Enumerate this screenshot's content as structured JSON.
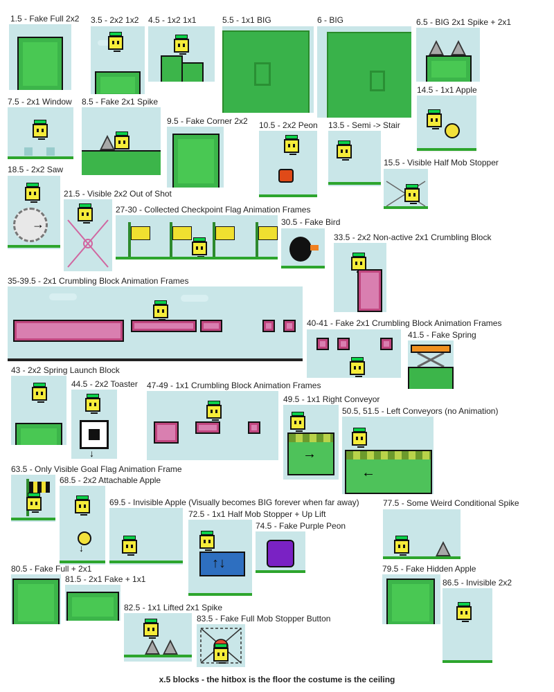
{
  "labels": {
    "l1": "1.5 - Fake Full 2x2",
    "l2": "3.5 - 2x2 1x2",
    "l3": "4.5 - 1x2 1x1",
    "l4": "5.5 - 1x1 BIG",
    "l5": "6 - BIG",
    "l6": "6.5 - BIG 2x1 Spike + 2x1",
    "l7": "14.5 - 1x1 Apple",
    "l8": "7.5 - 2x1 Window",
    "l9": "8.5 - Fake 2x1 Spike",
    "l10": "9.5 - Fake Corner 2x2",
    "l11": "10.5 - 2x2 Peon",
    "l12": "13.5 - Semi -> Stair",
    "l13": "15.5 - Visible Half Mob Stopper",
    "l14": "18.5 - 2x2 Saw",
    "l15": "21.5 - Visible 2x2 Out of Shot",
    "l16": "27-30 - Collected Checkpoint Flag Animation Frames",
    "l17": "30.5 - Fake Bird",
    "l18": "33.5 - 2x2 Non-active 2x1 Crumbling Block",
    "l19": "35-39.5 - 2x1 Crumbling Block Animation Frames",
    "l20": "40-41 - Fake 2x1 Crumbling Block Animation Frames",
    "l21": "41.5 - Fake Spring",
    "l22": "43 - 2x2 Spring Launch Block",
    "l23": "44.5 - 2x2 Toaster",
    "l24": "47-49 - 1x1 Crumbling Block Animation Frames",
    "l25": "49.5 - 1x1 Right Conveyor",
    "l26": "50.5, 51.5 - Left Conveyors (no Animation)",
    "l27": "63.5 - Only Visible Goal Flag Animation Frame",
    "l28": "68.5 - 2x2 Attachable Apple",
    "l29": "69.5 - Invisible Apple (Visually becomes BIG forever when far away)",
    "l30": "77.5 - Some Weird Conditional Spike",
    "l31": "72.5 - 1x1 Half Mob Stopper + Up Lift",
    "l32": "74.5 - Fake Purple Peon",
    "l33": "80.5 - Fake Full + 2x1",
    "l34": "79.5 - Fake Hidden Apple",
    "l35": "81.5 - 2x1 Fake + 1x1",
    "l36": "86.5 - Invisible 2x2",
    "l37": "82.5 - 1x1 Lifted 2x1 Spike",
    "l38": "83.5 - Fake Full Mob Stopper Button"
  },
  "caption": "x.5 blocks - the hitbox is the floor the costume is the ceiling",
  "icons": {
    "arrow_right": "→",
    "arrow_left": "←",
    "arrows_updown": "↑↓",
    "arrow_down": "↓"
  },
  "colors": {
    "sky": "#c9e6e8",
    "grass": "#3cb54a",
    "player_face": "#f5ec3a",
    "player_hat": "#0bd14a",
    "crumble_block": "#c0467f",
    "flag": "#f0e030"
  }
}
